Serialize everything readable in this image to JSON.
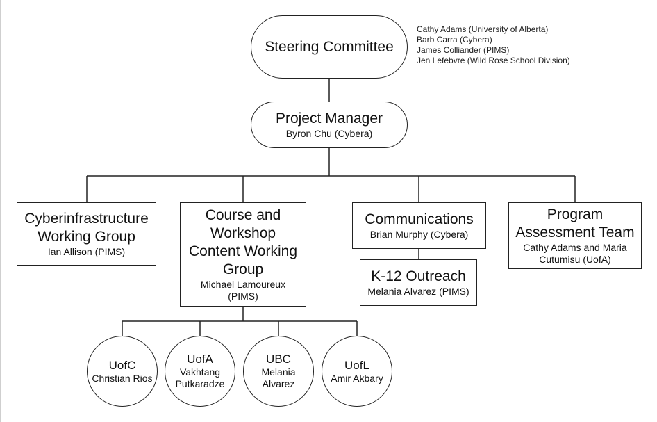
{
  "steering": {
    "title": "Steering Committee",
    "members": [
      "Cathy Adams (University of Alberta)",
      "Barb Carra (Cybera)",
      "James Colliander (PIMS)",
      "Jen Lefebvre (Wild Rose School Division)"
    ]
  },
  "manager": {
    "title": "Project Manager",
    "name": "Byron Chu (Cybera)"
  },
  "groups": {
    "cyber": {
      "title_1": "Cyberinfrastructure",
      "title_2": "Working Group",
      "name": "Ian Allison (PIMS)"
    },
    "course": {
      "title_1": "Course and",
      "title_2": "Workshop",
      "title_3": "Content Working",
      "title_4": "Group",
      "name_1": "Michael Lamoureux",
      "name_2": "(PIMS)"
    },
    "comms": {
      "title": "Communications",
      "name": "Brian Murphy (Cybera)"
    },
    "k12": {
      "title": "K-12 Outreach",
      "name": "Melania Alvarez (PIMS)"
    },
    "assessment": {
      "title_1": "Program",
      "title_2": "Assessment Team",
      "name_1": "Cathy Adams and Maria",
      "name_2": "Cutumisu (UofA)"
    }
  },
  "universities": {
    "uofc": {
      "title": "UofC",
      "name_1": "Christian Rios"
    },
    "uofa": {
      "title": "UofA",
      "name_1": "Vakhtang",
      "name_2": "Putkaradze"
    },
    "ubc": {
      "title": "UBC",
      "name_1": "Melania",
      "name_2": "Alvarez"
    },
    "uofl": {
      "title": "UofL",
      "name_1": "Amir Akbary"
    }
  }
}
